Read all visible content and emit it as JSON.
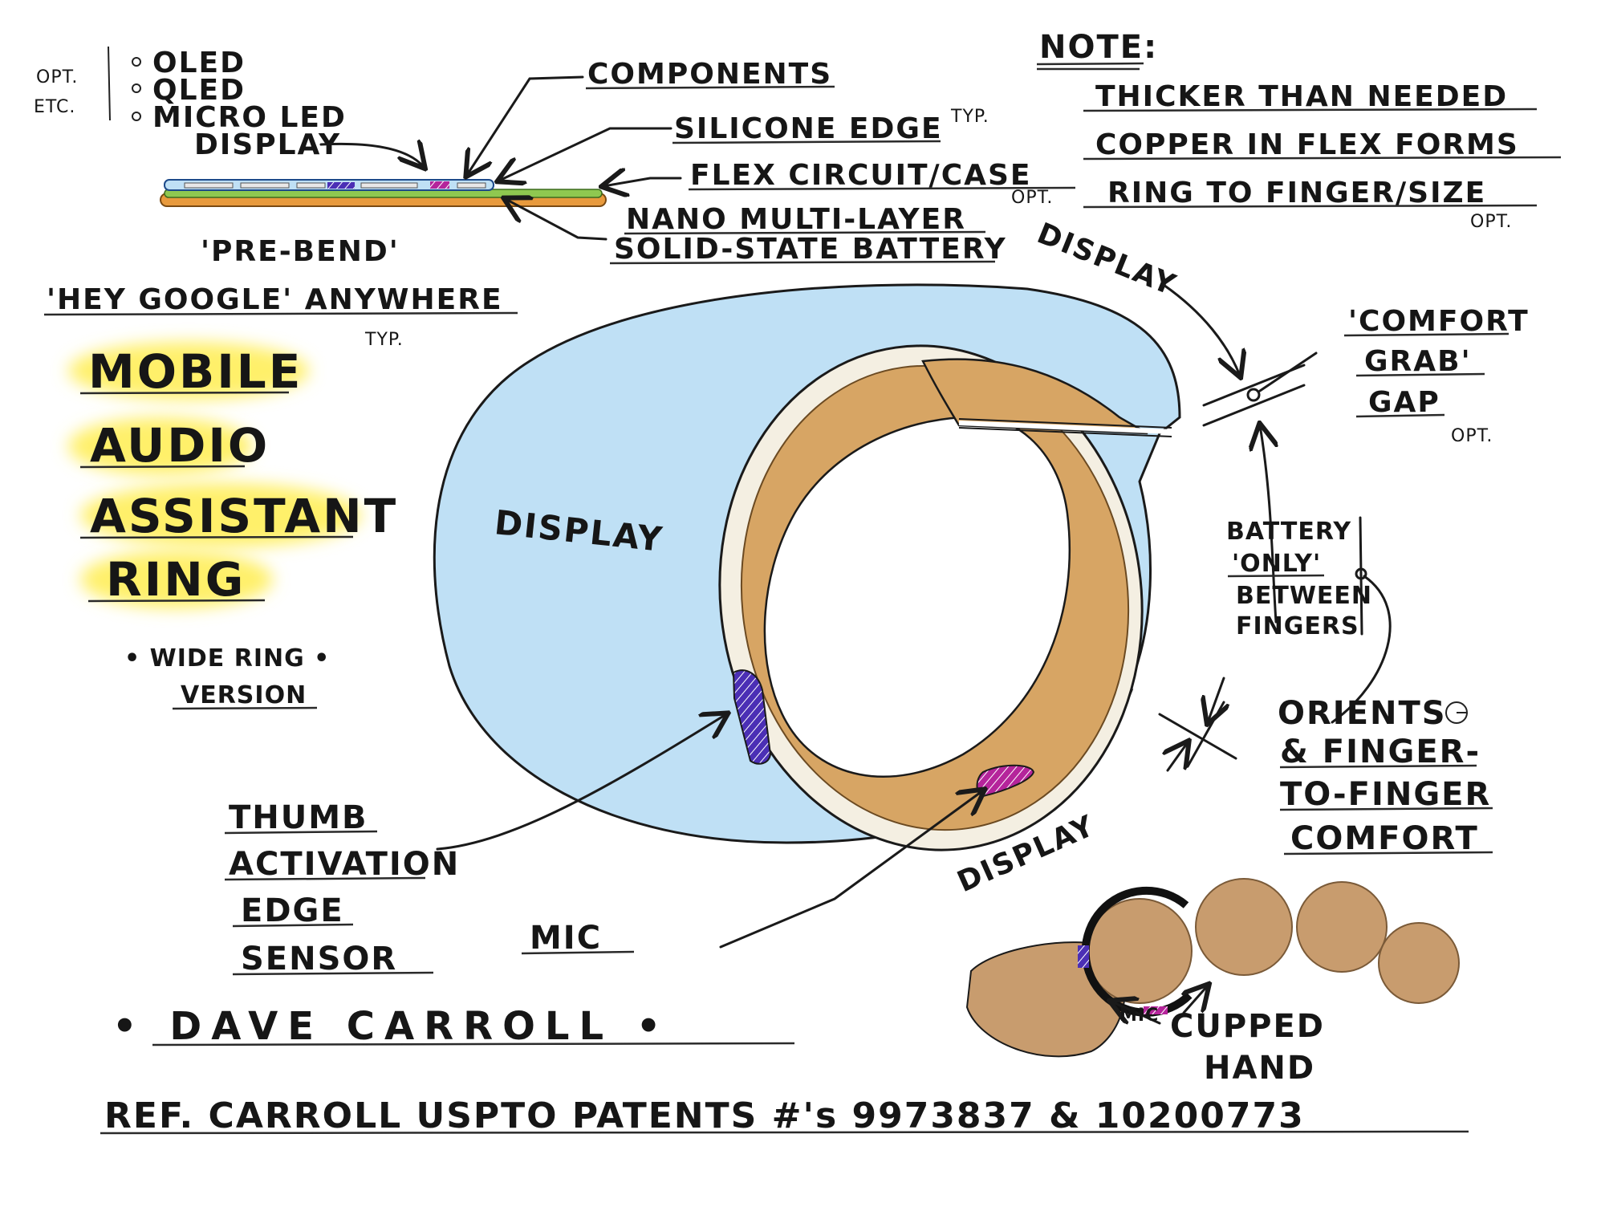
{
  "colors": {
    "display_blue": "#bfe0f5",
    "inner_tan": "#d7a564",
    "finger_brown": "#c89c6e",
    "sensor_purple": "#4b2fb5",
    "mic_magenta": "#b5249b",
    "highlight_yellow": "#fff06a",
    "edge_green": "#8fc850",
    "edge_orange": "#e89a3d"
  },
  "display_options": {
    "side_note_1": "OPT.",
    "side_note_2": "ETC.",
    "items": [
      "OLED",
      "QLED",
      "MICRO LED"
    ],
    "display_label": "DISPLAY"
  },
  "cross_section": {
    "components": "COMPONENTS",
    "silicone_edge": "SILICONE EDGE",
    "silicone_typ": "TYP.",
    "flex_circuit": "FLEX CIRCUIT/CASE",
    "flex_opt": "OPT.",
    "battery_line1": "NANO MULTI-LAYER",
    "battery_line2": "SOLID-STATE BATTERY",
    "pre_bend": "'PRE-BEND'"
  },
  "note": {
    "title": "NOTE:",
    "line1": "THICKER THAN NEEDED",
    "line2": "COPPER IN FLEX FORMS",
    "line3": "RING TO FINGER/SIZE",
    "opt": "OPT."
  },
  "hey_google": {
    "text": "'HEY GOOGLE' ANYWHERE",
    "typ": "TYP."
  },
  "product_title": [
    "MOBILE",
    "AUDIO",
    "ASSISTANT",
    "RING"
  ],
  "wide_ring": {
    "line1": "• WIDE RING •",
    "line2": "VERSION"
  },
  "ring_labels": {
    "display_main": "DISPLAY",
    "display_top_right": "DISPLAY",
    "display_bottom": "DISPLAY",
    "comfort_line1": "'COMFORT",
    "comfort_line2": "GRAB'",
    "comfort_line3": "GAP",
    "comfort_opt": "OPT.",
    "battery_line1": "BATTERY",
    "battery_line2": "'ONLY'",
    "battery_line3": "BETWEEN",
    "battery_line4": "FINGERS",
    "orients_line1": "ORIENTS",
    "orients_line2": "& FINGER-",
    "orients_line3": "TO-FINGER",
    "orients_line4": "COMFORT",
    "thumb_line1": "THUMB",
    "thumb_line2": "ACTIVATION",
    "thumb_line3": "EDGE",
    "thumb_line4": "SENSOR",
    "mic": "MIC"
  },
  "cupped_hand": {
    "mic": "MIC",
    "line1": "CUPPED",
    "line2": "HAND"
  },
  "signature": "• DAVE CARROLL •",
  "reference": "REF. CARROLL USPTO PATENTS #'s 9973837 & 10200773"
}
